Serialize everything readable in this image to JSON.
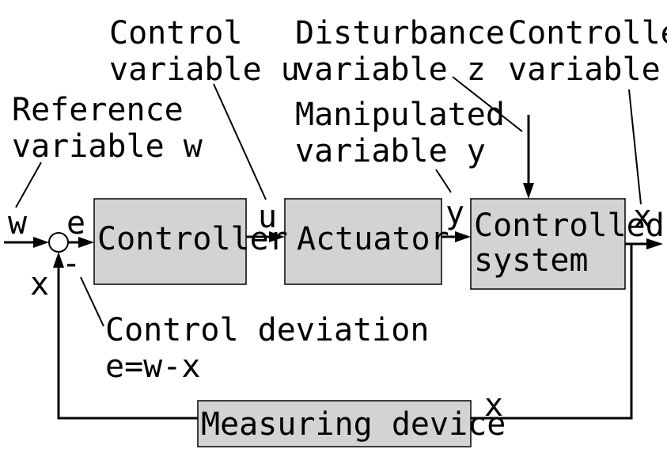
{
  "blocks": {
    "controller": "Controller",
    "actuator": "Actuator",
    "controlled_system_line1": "Controlled",
    "controlled_system_line2": "system",
    "measuring_device": "Measuring device"
  },
  "callouts": {
    "control_variable_line1": "Control",
    "control_variable_line2": "variable u",
    "disturbance_line1": "Disturbance",
    "disturbance_line2": "variable z",
    "controlled_variable_line1": "Controlled",
    "controlled_variable_line2": "variable x",
    "reference_line1": "Reference",
    "reference_line2": "variable w",
    "manipulated_line1": "Manipulated",
    "manipulated_line2": "variable y",
    "deviation_line1": "Control deviation",
    "deviation_line2": "e=w-x"
  },
  "signals": {
    "w": "w",
    "e": "e",
    "minus": "-",
    "x_feedback": "x",
    "u": "u",
    "y": "y",
    "x_output": "x",
    "x_measure": "x"
  }
}
